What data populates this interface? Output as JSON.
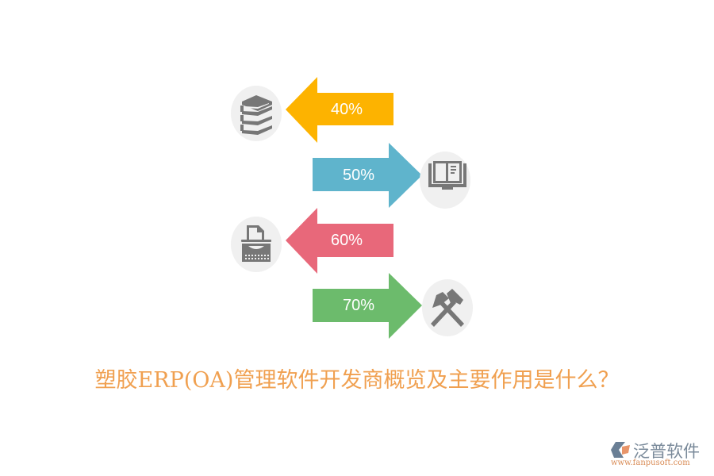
{
  "title": "塑胶ERP(OA)管理软件开发商概览及主要作用是什么？",
  "colors": {
    "yellow": "#fdb300",
    "blue": "#5fb4cc",
    "pink": "#e8687a",
    "green": "#6cbb6c",
    "icon_bg": "#f0f0f0",
    "icon_fg": "#777777",
    "title": "#f0a050"
  },
  "items": [
    {
      "label": "40%",
      "direction": "left",
      "color": "#fdb300",
      "icon": "books-icon"
    },
    {
      "label": "50%",
      "direction": "right",
      "color": "#5fb4cc",
      "icon": "open-book-icon"
    },
    {
      "label": "60%",
      "direction": "left",
      "color": "#e8687a",
      "icon": "typewriter-icon"
    },
    {
      "label": "70%",
      "direction": "right",
      "color": "#6cbb6c",
      "icon": "hammers-icon"
    }
  ],
  "chart_data": {
    "type": "bar",
    "title": "塑胶ERP(OA)管理软件开发商概览及主要作用是什么？",
    "categories": [
      "books",
      "open-book",
      "typewriter",
      "hammers"
    ],
    "values": [
      40,
      50,
      60,
      70
    ],
    "labels": [
      "40%",
      "50%",
      "60%",
      "70%"
    ],
    "colors": [
      "#fdb300",
      "#5fb4cc",
      "#e8687a",
      "#6cbb6c"
    ],
    "xlabel": "",
    "ylabel": ""
  },
  "logo": {
    "name": "泛普软件",
    "url": "www.fanpusoft.com"
  }
}
